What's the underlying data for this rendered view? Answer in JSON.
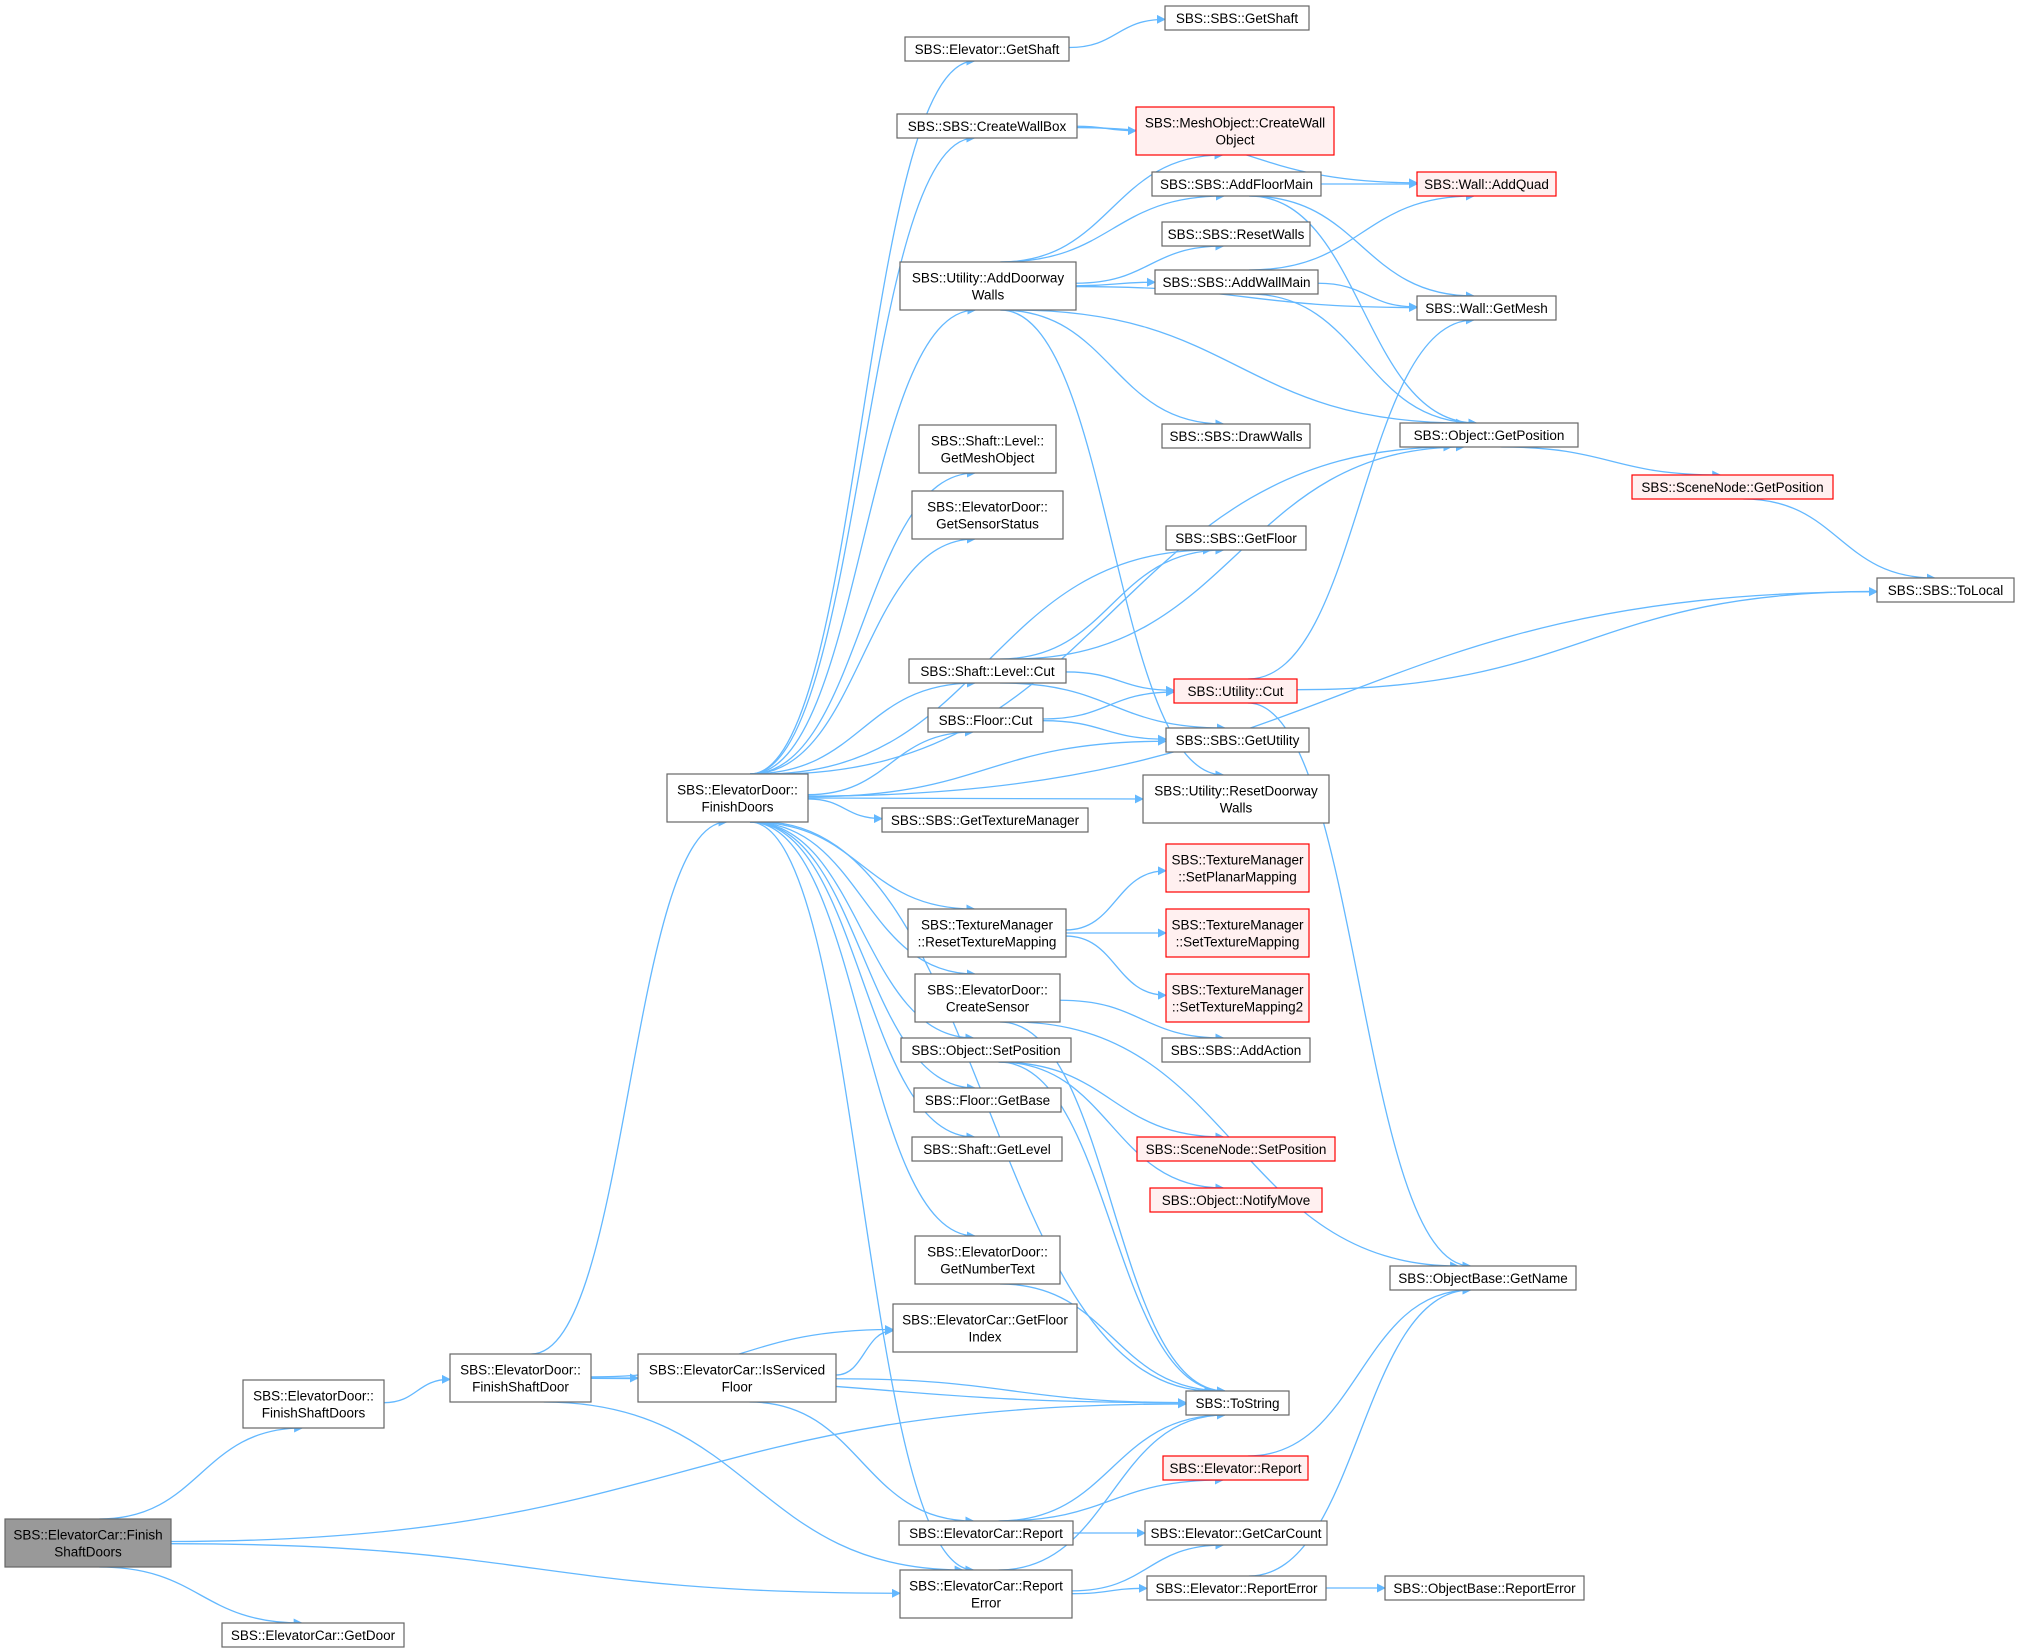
{
  "colors": {
    "edge": "#63b8ff",
    "node_border": "#666666",
    "node_fill": "#ffffff",
    "root_fill": "#999999",
    "truncated_border": "#ff0000",
    "truncated_fill": "#fff0f0"
  },
  "nodes": [
    {
      "id": "n0",
      "lines": [
        "SBS::ElevatorCar::Finish",
        "ShaftDoors"
      ],
      "style": "root"
    },
    {
      "id": "n1",
      "lines": [
        "SBS::ElevatorDoor::",
        "FinishShaftDoors"
      ],
      "style": "normal"
    },
    {
      "id": "n2",
      "lines": [
        "SBS::ElevatorCar::GetDoor"
      ],
      "style": "normal"
    },
    {
      "id": "n3",
      "lines": [
        "SBS::ElevatorCar::Report",
        "Error"
      ],
      "style": "normal"
    },
    {
      "id": "n4",
      "lines": [
        "SBS::ToString"
      ],
      "style": "normal"
    },
    {
      "id": "n5",
      "lines": [
        "SBS::ElevatorDoor::",
        "FinishShaftDoor"
      ],
      "style": "normal"
    },
    {
      "id": "n6",
      "lines": [
        "SBS::ElevatorDoor::",
        "FinishDoors"
      ],
      "style": "normal"
    },
    {
      "id": "n7",
      "lines": [
        "SBS::ElevatorCar::GetFloor",
        "Index"
      ],
      "style": "normal"
    },
    {
      "id": "n8",
      "lines": [
        "SBS::ElevatorCar::IsServiced",
        "Floor"
      ],
      "style": "normal"
    },
    {
      "id": "n9",
      "lines": [
        "SBS::Elevator::GetShaft"
      ],
      "style": "normal"
    },
    {
      "id": "n10",
      "lines": [
        "SBS::SBS::GetShaft"
      ],
      "style": "normal"
    },
    {
      "id": "n11",
      "lines": [
        "SBS::SBS::CreateWallBox"
      ],
      "style": "normal"
    },
    {
      "id": "n12",
      "lines": [
        "SBS::MeshObject::CreateWall",
        "Object"
      ],
      "style": "truncated"
    },
    {
      "id": "n13",
      "lines": [
        "SBS::Wall::AddQuad"
      ],
      "style": "truncated"
    },
    {
      "id": "n14",
      "lines": [
        "SBS::Utility::AddDoorway",
        "Walls"
      ],
      "style": "normal"
    },
    {
      "id": "n15",
      "lines": [
        "SBS::SBS::AddFloorMain"
      ],
      "style": "normal"
    },
    {
      "id": "n16",
      "lines": [
        "SBS::SBS::ResetWalls"
      ],
      "style": "normal"
    },
    {
      "id": "n17",
      "lines": [
        "SBS::SBS::AddWallMain"
      ],
      "style": "normal"
    },
    {
      "id": "n18",
      "lines": [
        "SBS::Wall::GetMesh"
      ],
      "style": "normal"
    },
    {
      "id": "n19",
      "lines": [
        "SBS::SBS::DrawWalls"
      ],
      "style": "normal"
    },
    {
      "id": "n20",
      "lines": [
        "SBS::Object::GetPosition"
      ],
      "style": "normal"
    },
    {
      "id": "n21",
      "lines": [
        "SBS::SceneNode::GetPosition"
      ],
      "style": "truncated"
    },
    {
      "id": "n22",
      "lines": [
        "SBS::SBS::ToLocal"
      ],
      "style": "normal"
    },
    {
      "id": "n23",
      "lines": [
        "SBS::Shaft::Level::",
        "GetMeshObject"
      ],
      "style": "normal"
    },
    {
      "id": "n24",
      "lines": [
        "SBS::ElevatorDoor::",
        "GetSensorStatus"
      ],
      "style": "normal"
    },
    {
      "id": "n25",
      "lines": [
        "SBS::SBS::GetFloor"
      ],
      "style": "normal"
    },
    {
      "id": "n26",
      "lines": [
        "SBS::Shaft::Level::Cut"
      ],
      "style": "normal"
    },
    {
      "id": "n27",
      "lines": [
        "SBS::Utility::Cut"
      ],
      "style": "truncated"
    },
    {
      "id": "n28",
      "lines": [
        "SBS::Floor::Cut"
      ],
      "style": "normal"
    },
    {
      "id": "n29",
      "lines": [
        "SBS::SBS::GetUtility"
      ],
      "style": "normal"
    },
    {
      "id": "n30",
      "lines": [
        "SBS::Utility::ResetDoorway",
        "Walls"
      ],
      "style": "normal"
    },
    {
      "id": "n31",
      "lines": [
        "SBS::SBS::GetTextureManager"
      ],
      "style": "normal"
    },
    {
      "id": "n32",
      "lines": [
        "SBS::TextureManager",
        "::ResetTextureMapping"
      ],
      "style": "normal"
    },
    {
      "id": "n33",
      "lines": [
        "SBS::TextureManager",
        "::SetPlanarMapping"
      ],
      "style": "truncated"
    },
    {
      "id": "n34",
      "lines": [
        "SBS::TextureManager",
        "::SetTextureMapping"
      ],
      "style": "truncated"
    },
    {
      "id": "n35",
      "lines": [
        "SBS::TextureManager",
        "::SetTextureMapping2"
      ],
      "style": "truncated"
    },
    {
      "id": "n36",
      "lines": [
        "SBS::ElevatorDoor::",
        "CreateSensor"
      ],
      "style": "normal"
    },
    {
      "id": "n37",
      "lines": [
        "SBS::SBS::AddAction"
      ],
      "style": "normal"
    },
    {
      "id": "n38",
      "lines": [
        "SBS::Object::SetPosition"
      ],
      "style": "normal"
    },
    {
      "id": "n39",
      "lines": [
        "SBS::Floor::GetBase"
      ],
      "style": "normal"
    },
    {
      "id": "n40",
      "lines": [
        "SBS::Shaft::GetLevel"
      ],
      "style": "normal"
    },
    {
      "id": "n41",
      "lines": [
        "SBS::SceneNode::SetPosition"
      ],
      "style": "truncated"
    },
    {
      "id": "n42",
      "lines": [
        "SBS::Object::NotifyMove"
      ],
      "style": "truncated"
    },
    {
      "id": "n43",
      "lines": [
        "SBS::ObjectBase::GetName"
      ],
      "style": "normal"
    },
    {
      "id": "n44",
      "lines": [
        "SBS::ElevatorDoor::",
        "GetNumberText"
      ],
      "style": "normal"
    },
    {
      "id": "n45",
      "lines": [
        "SBS::Elevator::Report"
      ],
      "style": "truncated"
    },
    {
      "id": "n46",
      "lines": [
        "SBS::ElevatorCar::Report"
      ],
      "style": "normal"
    },
    {
      "id": "n47",
      "lines": [
        "SBS::Elevator::GetCarCount"
      ],
      "style": "normal"
    },
    {
      "id": "n48",
      "lines": [
        "SBS::Elevator::ReportError"
      ],
      "style": "normal"
    },
    {
      "id": "n49",
      "lines": [
        "SBS::ObjectBase::ReportError"
      ],
      "style": "normal"
    }
  ],
  "edges": [
    [
      "n0",
      "n1"
    ],
    [
      "n0",
      "n2"
    ],
    [
      "n0",
      "n3"
    ],
    [
      "n0",
      "n4"
    ],
    [
      "n1",
      "n5"
    ],
    [
      "n5",
      "n6"
    ],
    [
      "n5",
      "n7"
    ],
    [
      "n5",
      "n8"
    ],
    [
      "n5",
      "n3"
    ],
    [
      "n5",
      "n4"
    ],
    [
      "n8",
      "n7"
    ],
    [
      "n8",
      "n46"
    ],
    [
      "n8",
      "n4"
    ],
    [
      "n6",
      "n9"
    ],
    [
      "n6",
      "n11"
    ],
    [
      "n6",
      "n14"
    ],
    [
      "n6",
      "n20"
    ],
    [
      "n6",
      "n23"
    ],
    [
      "n6",
      "n24"
    ],
    [
      "n6",
      "n25"
    ],
    [
      "n6",
      "n22"
    ],
    [
      "n6",
      "n26"
    ],
    [
      "n6",
      "n28"
    ],
    [
      "n6",
      "n29"
    ],
    [
      "n6",
      "n31"
    ],
    [
      "n6",
      "n30"
    ],
    [
      "n6",
      "n32"
    ],
    [
      "n6",
      "n36"
    ],
    [
      "n6",
      "n38"
    ],
    [
      "n6",
      "n39"
    ],
    [
      "n6",
      "n40"
    ],
    [
      "n6",
      "n44"
    ],
    [
      "n6",
      "n4"
    ],
    [
      "n6",
      "n3"
    ],
    [
      "n9",
      "n10"
    ],
    [
      "n11",
      "n12"
    ],
    [
      "n11",
      "n13"
    ],
    [
      "n14",
      "n12"
    ],
    [
      "n14",
      "n15"
    ],
    [
      "n14",
      "n16"
    ],
    [
      "n14",
      "n17"
    ],
    [
      "n14",
      "n18"
    ],
    [
      "n14",
      "n19"
    ],
    [
      "n14",
      "n20"
    ],
    [
      "n14",
      "n30"
    ],
    [
      "n15",
      "n13"
    ],
    [
      "n15",
      "n18"
    ],
    [
      "n15",
      "n20"
    ],
    [
      "n17",
      "n13"
    ],
    [
      "n17",
      "n18"
    ],
    [
      "n17",
      "n20"
    ],
    [
      "n20",
      "n21"
    ],
    [
      "n21",
      "n22"
    ],
    [
      "n26",
      "n25"
    ],
    [
      "n26",
      "n20"
    ],
    [
      "n26",
      "n27"
    ],
    [
      "n26",
      "n29"
    ],
    [
      "n28",
      "n27"
    ],
    [
      "n28",
      "n29"
    ],
    [
      "n27",
      "n18"
    ],
    [
      "n27",
      "n22"
    ],
    [
      "n27",
      "n43"
    ],
    [
      "n32",
      "n33"
    ],
    [
      "n32",
      "n34"
    ],
    [
      "n32",
      "n35"
    ],
    [
      "n36",
      "n37"
    ],
    [
      "n36",
      "n43"
    ],
    [
      "n36",
      "n4"
    ],
    [
      "n38",
      "n41"
    ],
    [
      "n38",
      "n42"
    ],
    [
      "n38",
      "n4"
    ],
    [
      "n44",
      "n4"
    ],
    [
      "n46",
      "n45"
    ],
    [
      "n46",
      "n47"
    ],
    [
      "n46",
      "n4"
    ],
    [
      "n3",
      "n47"
    ],
    [
      "n3",
      "n48"
    ],
    [
      "n3",
      "n4"
    ],
    [
      "n45",
      "n43"
    ],
    [
      "n48",
      "n49"
    ],
    [
      "n48",
      "n43"
    ]
  ]
}
